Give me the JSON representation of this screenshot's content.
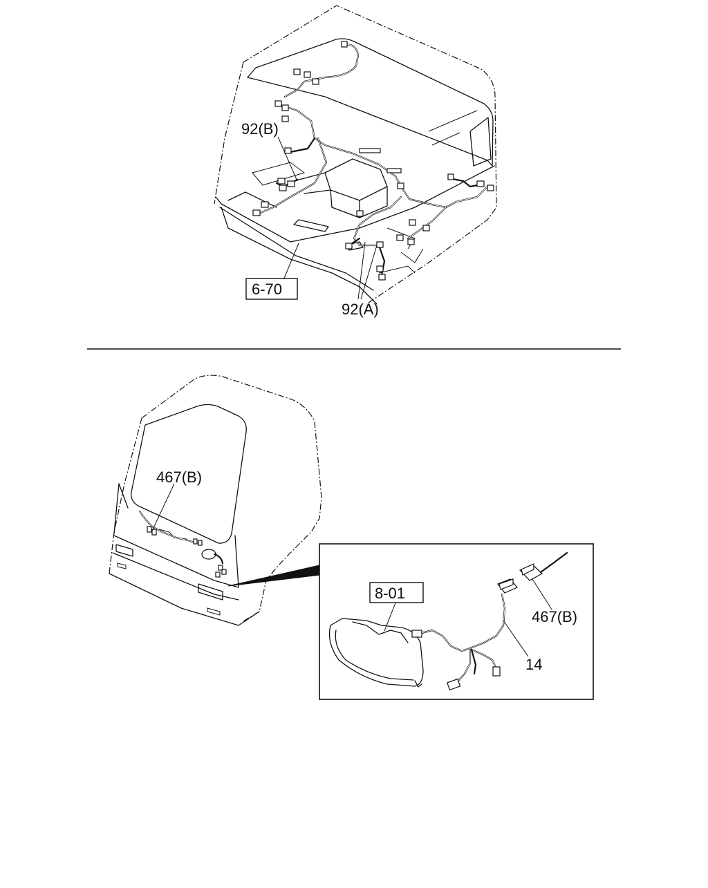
{
  "labels": {
    "ref_6_70": "6-70",
    "part_92a": "92(A)",
    "part_92b": "92(B)",
    "part_467b_cab": "467(B)",
    "ref_8_01": "8-01",
    "part_467b_detail": "467(B)",
    "part_14": "14"
  }
}
